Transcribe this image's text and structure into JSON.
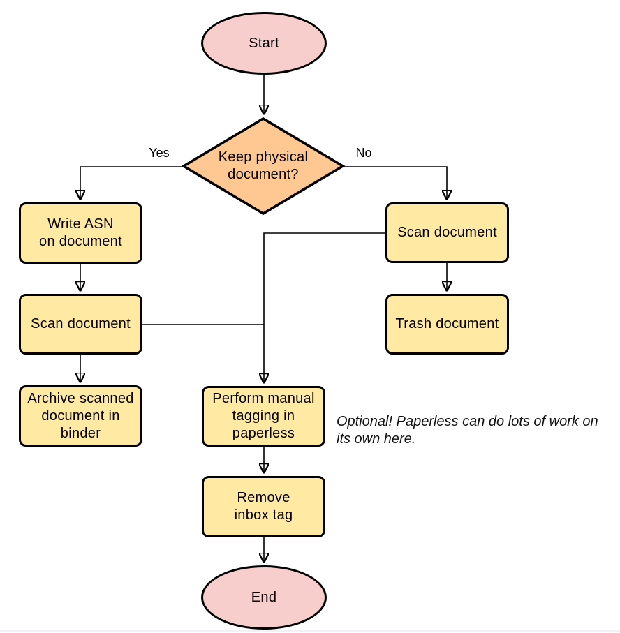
{
  "flowchart": {
    "nodes": {
      "start": {
        "label": "Start"
      },
      "decision": {
        "label": "Keep physical\ndocument?"
      },
      "write_asn": {
        "label": "Write ASN\non document"
      },
      "scan_keep": {
        "label": "Scan document"
      },
      "archive": {
        "label": "Archive scanned\ndocument in\nbinder"
      },
      "scan_trash": {
        "label": "Scan document"
      },
      "trash": {
        "label": "Trash document"
      },
      "tagging": {
        "label": "Perform manual\ntagging in\npaperless"
      },
      "remove_inbox": {
        "label": "Remove\ninbox tag"
      },
      "end": {
        "label": "End"
      }
    },
    "edge_labels": {
      "yes": "Yes",
      "no": "No"
    },
    "annotation": "Optional! Paperless can do lots of work on\nits own here.",
    "colors": {
      "terminator_fill": "#f8cecc",
      "decision_fill": "#ffc792",
      "process_fill": "#ffe9a3",
      "shape_stroke": "#000000",
      "connector": "#000000",
      "annotation_text": "#111111"
    }
  }
}
